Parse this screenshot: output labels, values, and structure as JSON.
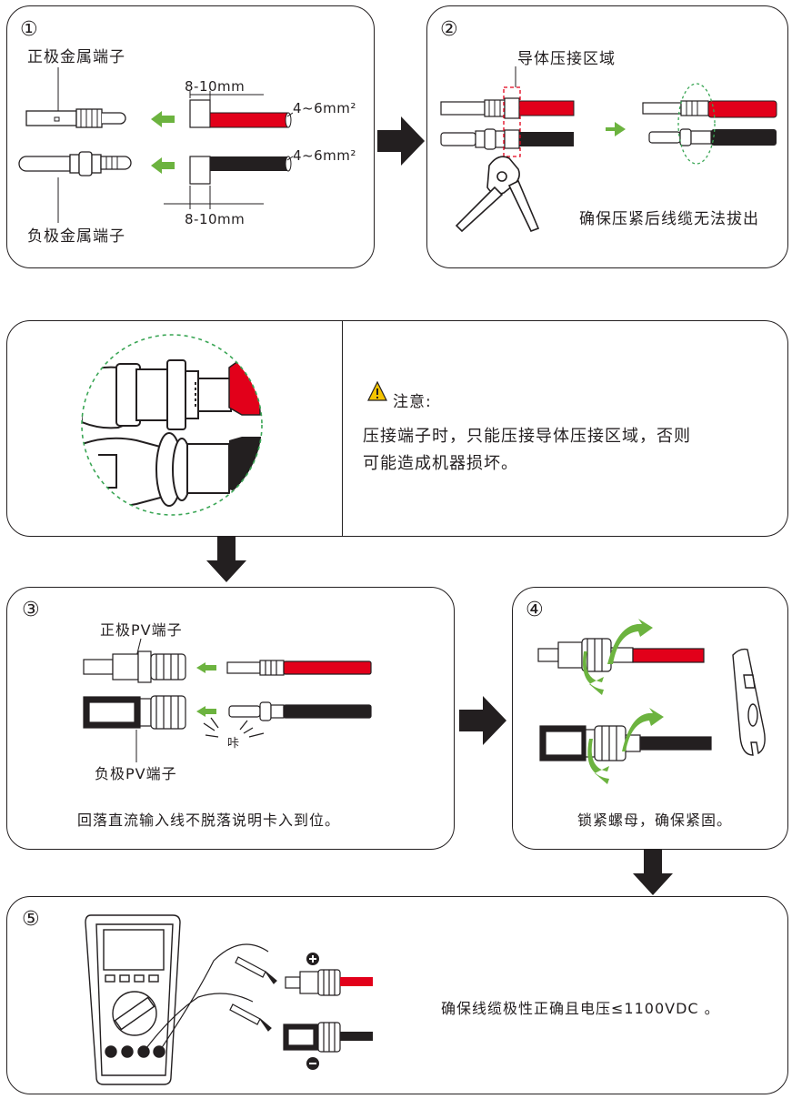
{
  "steps": {
    "s1": "①",
    "s2": "②",
    "s3": "③",
    "s4": "④",
    "s5": "⑤"
  },
  "panel1": {
    "pos_terminal": "正极金属端子",
    "neg_terminal": "负极金属端子",
    "strip_top": "8-10mm",
    "strip_bottom": "8-10mm",
    "area_top": "4~6mm²",
    "area_bottom": "4~6mm²"
  },
  "panel2": {
    "crimp_area": "导体压接区域",
    "note": "确保压紧后线缆无法拔出"
  },
  "notice": {
    "title": "注意:",
    "line1": "压接端子时，只能压接导体压接区域，否则",
    "line2": "可能造成机器损坏。"
  },
  "panel3": {
    "pos_pv": "正极PV端子",
    "neg_pv": "负极PV端子",
    "click": "咔",
    "note": "回落直流输入线不脱落说明卡入到位。"
  },
  "panel4": {
    "note": "锁紧螺母，确保紧固。"
  },
  "panel5": {
    "note": "确保线缆极性正确且电压≤1100VDC 。"
  },
  "colors": {
    "green": "#6cb33f",
    "red": "#e2001a",
    "black": "#231f20",
    "warning": "#f5c400"
  }
}
